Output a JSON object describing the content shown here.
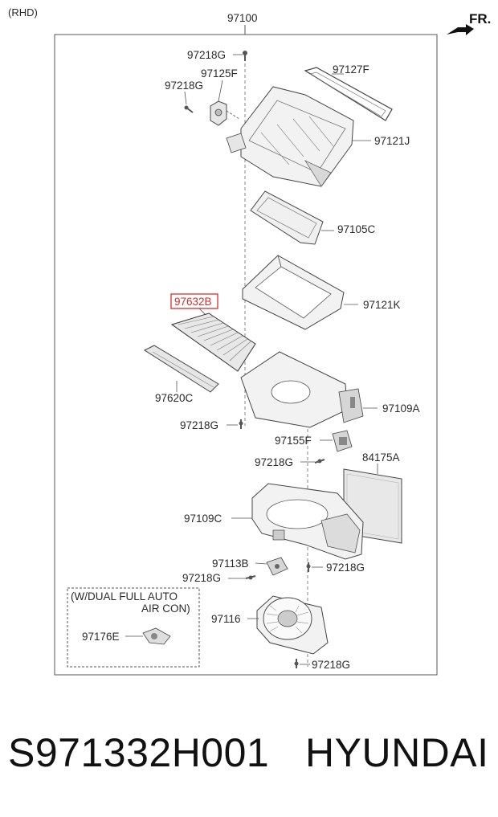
{
  "header": {
    "variant": "(RHD)",
    "front_marker": "FR.",
    "assembly_number": "97100"
  },
  "parts": {
    "p97218G_top": "97218G",
    "p97125F": "97125F",
    "p97218G_left": "97218G",
    "p97127F": "97127F",
    "p97121J": "97121J",
    "p97105C": "97105C",
    "p97632B": "97632B",
    "p97121K": "97121K",
    "p97620C": "97620C",
    "p97109A": "97109A",
    "p97218G_mid": "97218G",
    "p97155F": "97155F",
    "p97218G_res": "97218G",
    "p84175A": "84175A",
    "p97109C": "97109C",
    "p97113B": "97113B",
    "p97218G_right": "97218G",
    "p97218G_lower": "97218G",
    "p97116": "97116",
    "p97218G_bottom": "97218G",
    "p97176E": "97176E"
  },
  "option_box": {
    "line1": "(W/DUAL FULL AUTO",
    "line2": "AIR CON)"
  },
  "footer": {
    "part_number": "S971332H001",
    "brand": "HYUNDAI"
  },
  "colors": {
    "highlight": "#d62f2f",
    "line": "#444444",
    "part_fill": "#f2f2f2",
    "part_shade": "#cfcfcf"
  }
}
